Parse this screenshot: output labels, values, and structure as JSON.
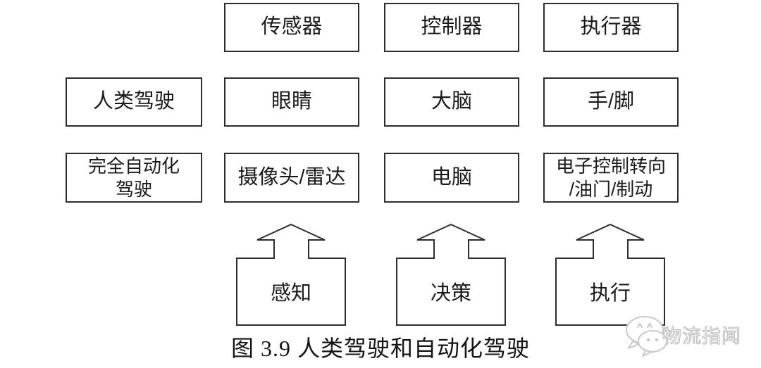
{
  "diagram": {
    "headers": [
      "传感器",
      "控制器",
      "执行器"
    ],
    "rows": [
      {
        "label": "人类驾驶",
        "cells": [
          "眼睛",
          "大脑",
          "手/脚"
        ]
      },
      {
        "label": "完全自动化\n驾驶",
        "cells": [
          "摄像头/雷达",
          "电脑",
          "电子控制转向\n/油门/制动"
        ]
      }
    ],
    "steps": [
      "感知",
      "决策",
      "执行"
    ],
    "caption": "图 3.9 人类驾驶和自动化驾驶",
    "watermark": {
      "text": "物流指闻"
    },
    "colors": {
      "line": "#2d2d2d",
      "text": "#1a1a1a",
      "watermark": "#c6c6c6",
      "background": "#ffffff"
    }
  }
}
